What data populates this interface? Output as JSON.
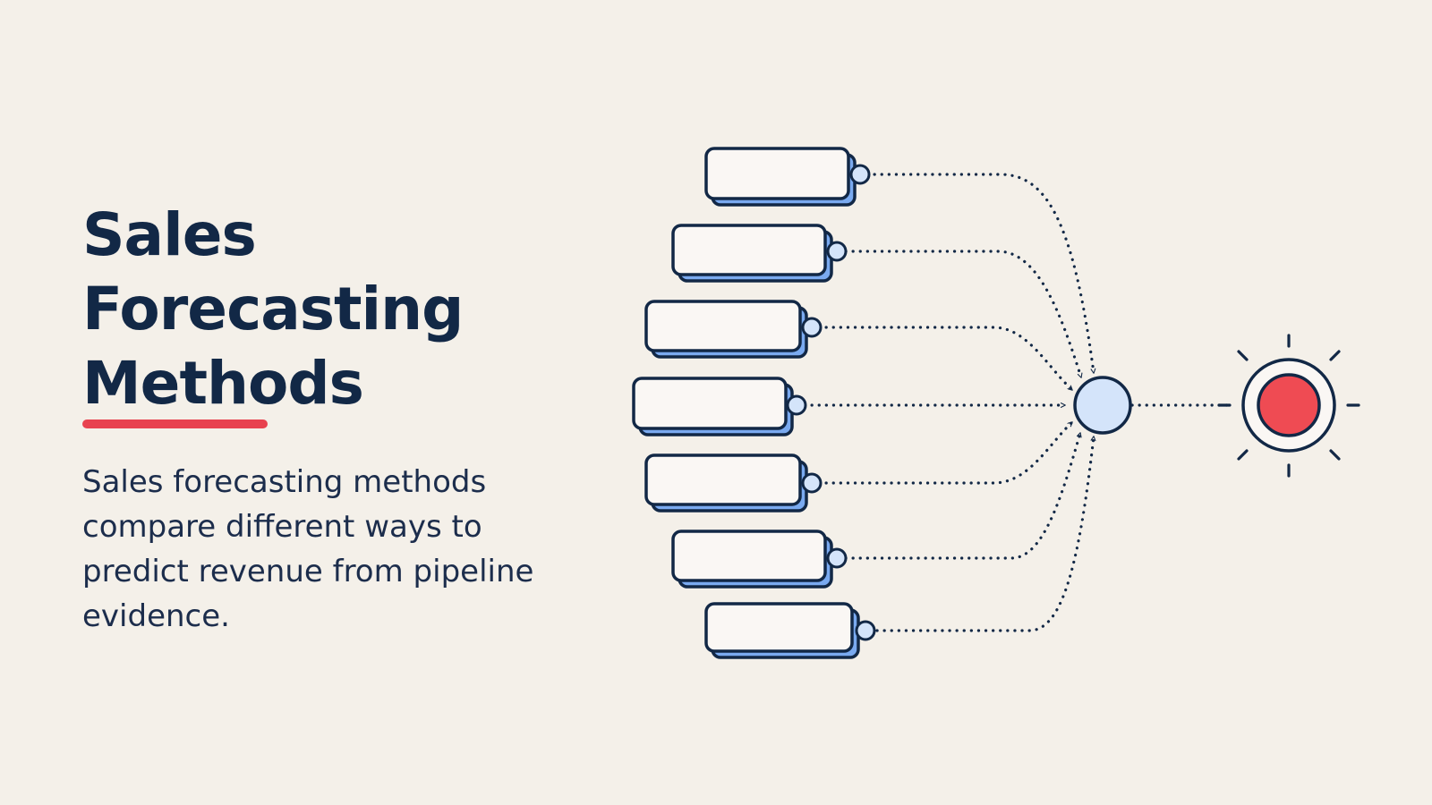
{
  "title": {
    "lines": [
      "Sales",
      "Forecasting",
      "Methods"
    ]
  },
  "description": {
    "lines": [
      "Sales forecasting methods",
      "compare different ways to",
      "predict revenue from pipeline",
      "evidence."
    ]
  },
  "diagram": {
    "method_boxes": [
      {
        "label": ""
      },
      {
        "label": ""
      },
      {
        "label": ""
      },
      {
        "label": ""
      },
      {
        "label": ""
      },
      {
        "label": ""
      },
      {
        "label": ""
      }
    ],
    "hub_node": {
      "label": ""
    },
    "target_node": {
      "label": ""
    }
  },
  "colors": {
    "background": "#f4f0e9",
    "ink": "#122846",
    "accent_red": "#e8424f",
    "light_blue": "#d4e4fa",
    "shadow_blue": "#7aaaf0",
    "box_fill": "#faf7f4"
  }
}
